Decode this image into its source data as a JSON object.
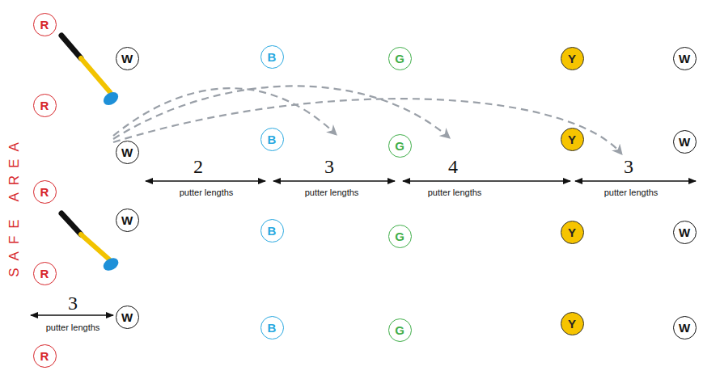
{
  "diagram": {
    "nodes": [
      {
        "text": [
          "R"
        ]
      },
      {
        "text": [
          "W"
        ]
      },
      {
        "text": [
          "B"
        ]
      },
      {
        "text": [
          "G"
        ]
      },
      {
        "text": [
          "Y"
        ]
      },
      {
        "text": [
          "W"
        ]
      },
      {
        "text": [
          "R"
        ]
      },
      {
        "text": [
          "W"
        ]
      },
      {
        "text": [
          "B"
        ]
      },
      {
        "text": [
          "G"
        ]
      },
      {
        "text": [
          "Y"
        ]
      },
      {
        "text": [
          "W"
        ]
      },
      {
        "text": [
          "R"
        ]
      },
      {
        "text": [
          "W"
        ]
      },
      {
        "text": [
          "B"
        ]
      },
      {
        "text": [
          "G"
        ]
      },
      {
        "text": [
          "Y"
        ]
      },
      {
        "text": [
          "W"
        ]
      },
      {
        "text": [
          "R"
        ]
      },
      {
        "text": [
          "W"
        ]
      },
      {
        "text": [
          "B"
        ]
      },
      {
        "text": [
          "G"
        ]
      },
      {
        "text": [
          "Y"
        ]
      },
      {
        "text": [
          "W"
        ]
      },
      {
        "text": [
          "R"
        ]
      }
    ],
    "labels": [
      "SAFE AREA",
      "2",
      "putter lengths",
      "3",
      "putter lengths",
      "4",
      "putter lengths",
      "3",
      "putter lengths",
      "3",
      "putter lengths"
    ]
  }
}
